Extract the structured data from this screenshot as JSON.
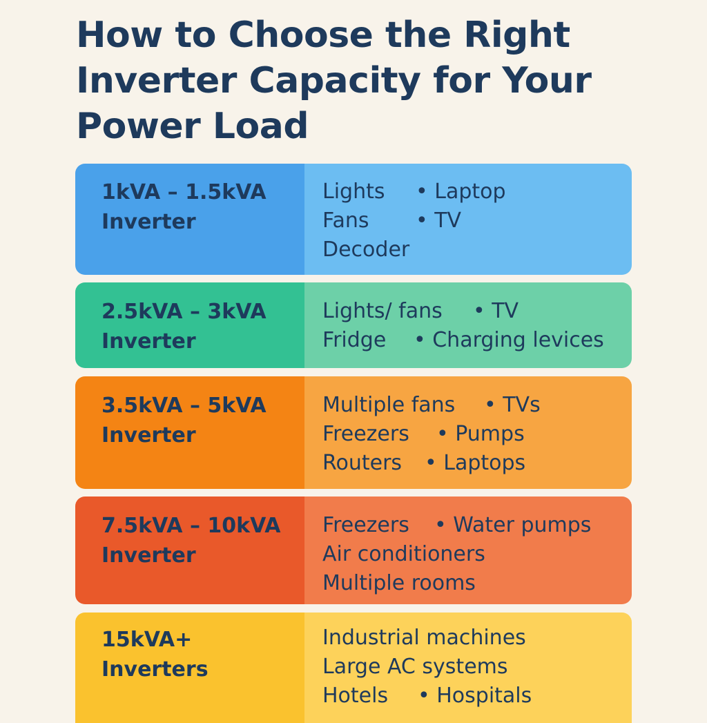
{
  "title": "How to Choose the Right Inverter Capacity for Your Power Load",
  "cards": [
    {
      "capacity_line1": "1kVA – 1.5kVA",
      "capacity_line2": "Inverter",
      "rows": [
        {
          "item": "Lights",
          "bullet": "• Laptop"
        },
        {
          "item": "Fans",
          "bullet": "• TV"
        },
        {
          "item": "Decoder",
          "bullet": ""
        }
      ]
    },
    {
      "capacity_line1": "2.5kVA – 3kVA",
      "capacity_line2": "Inverter",
      "rows": [
        {
          "item": "Lights/ fans",
          "bullet": "• TV"
        },
        {
          "item": "Fridge",
          "bullet": "• Charging levices"
        }
      ]
    },
    {
      "capacity_line1": "3.5kVA – 5kVA",
      "capacity_line2": "Inverter",
      "rows": [
        {
          "item": "Multiple fans",
          "bullet": "• TVs"
        },
        {
          "item": "Freezers",
          "bullet": "• Pumps"
        },
        {
          "item": "Routers",
          "bullet": "• Laptops"
        }
      ]
    },
    {
      "capacity_line1": "7.5kVA – 10kVA",
      "capacity_line2": "Inverter",
      "rows": [
        {
          "item": "Freezers",
          "bullet": "• Water pumps"
        },
        {
          "item": "Air conditioners",
          "bullet": ""
        },
        {
          "item": "Multiple rooms",
          "bullet": ""
        }
      ]
    },
    {
      "capacity_line1": "15kVA+",
      "capacity_line2": "Inverters",
      "rows": [
        {
          "item": "Industrial machines",
          "bullet": ""
        },
        {
          "item": "Large AC systems",
          "bullet": ""
        },
        {
          "item": "Hotels",
          "bullet": "• Hospitals"
        }
      ]
    }
  ]
}
